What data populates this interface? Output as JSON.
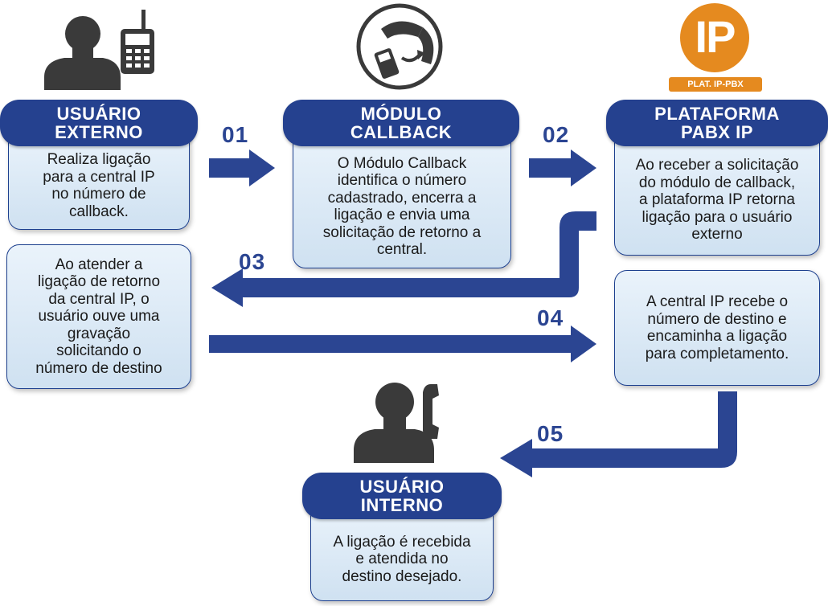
{
  "nodes": {
    "usuario_externo": {
      "title": "USUÁRIO\nEXTERNO",
      "text": "Realiza ligação\npara a central IP\nno número de\ncallback."
    },
    "modulo_callback": {
      "title": "MÓDULO\nCALLBACK",
      "text": "O Módulo Callback\nidentifica o número\ncadastrado, encerra a\nligação e envia uma\nsolicitação de retorno a\ncentral."
    },
    "plataforma": {
      "title": "PLATAFORMA\nPABX IP",
      "text": "Ao receber a solicitação\ndo módulo de callback,\na plataforma IP retorna\nligação para o usuário\nexterno",
      "logo_text": "IP",
      "logo_caption": "PLAT. IP-PBX"
    },
    "atender": {
      "text": "Ao atender a\nligação de retorno\nda central IP, o\nusuário ouve uma\ngravação\nsolicitando o\nnúmero de destino"
    },
    "central_recebe": {
      "text": "A central IP recebe o\nnúmero de destino e\nencaminha a ligação\npara completamento."
    },
    "usuario_interno": {
      "title": "USUÁRIO\nINTERNO",
      "text": "A ligação é recebida\ne atendida no\ndestino desejado."
    }
  },
  "steps": [
    "01",
    "02",
    "03",
    "04",
    "05"
  ],
  "icons": {
    "person_phone": "person-with-cellphone-icon",
    "callback": "callback-phone-icon",
    "ip_logo": "ip-pbx-logo",
    "person_handset": "person-with-handset-icon"
  },
  "colors": {
    "primary": "#25418f",
    "box_light": "#eaf3fb",
    "box_dark": "#cfe1f1",
    "icon_gray": "#3a3a3a",
    "logo_orange": "#e58a1f"
  }
}
